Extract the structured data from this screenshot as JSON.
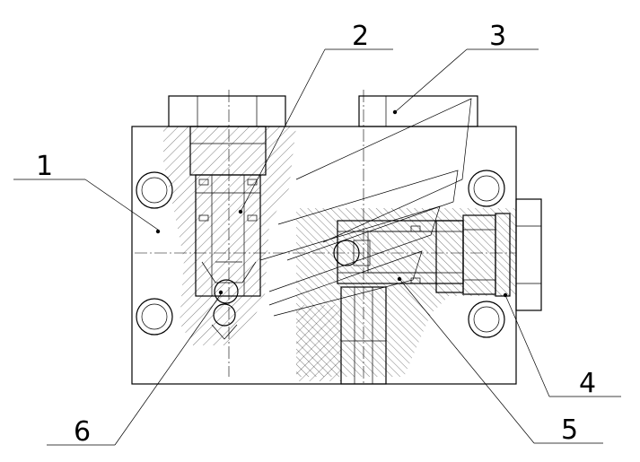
{
  "drawing": {
    "callouts": [
      {
        "id": "1",
        "label": "1"
      },
      {
        "id": "2",
        "label": "2"
      },
      {
        "id": "3",
        "label": "3"
      },
      {
        "id": "4",
        "label": "4"
      },
      {
        "id": "5",
        "label": "5"
      },
      {
        "id": "6",
        "label": "6"
      }
    ]
  },
  "colors": {
    "line": "#000000",
    "background": "#ffffff"
  }
}
